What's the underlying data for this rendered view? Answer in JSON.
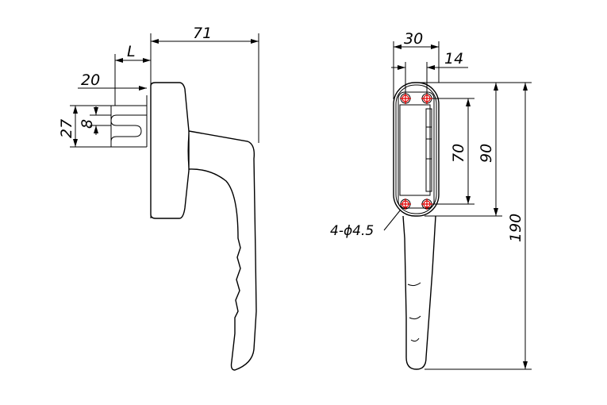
{
  "dimensions": {
    "overall_depth": "71",
    "spindle_length": "L",
    "spindle_offset": "20",
    "plate_width_side": "27",
    "spindle_square": "8",
    "plate_width": "30",
    "hole_spacing_x": "14",
    "hole_spacing_y": "70",
    "plate_height": "90",
    "total_length": "190",
    "holes_note": "4-ϕ4.5"
  },
  "colors": {
    "lines": "#000000",
    "hole_marks": "#e00000"
  }
}
